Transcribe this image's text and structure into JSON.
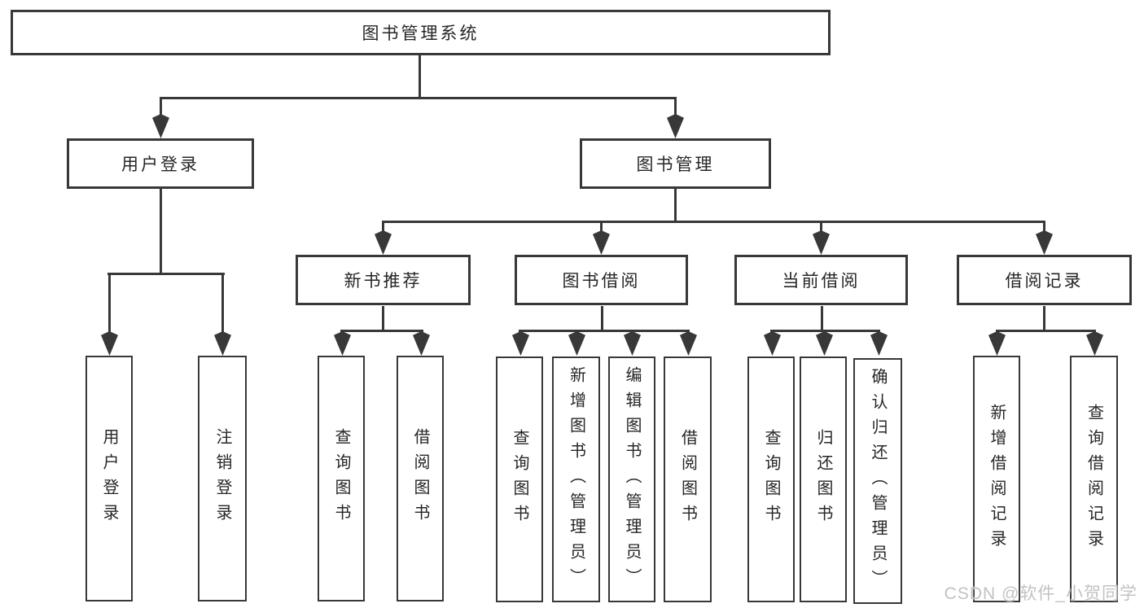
{
  "diagram": {
    "root": {
      "label": "图书管理系统"
    },
    "level2": [
      {
        "label": "用户登录"
      },
      {
        "label": "图书管理"
      }
    ],
    "level3": [
      {
        "label": "新书推荐"
      },
      {
        "label": "图书借阅"
      },
      {
        "label": "当前借阅"
      },
      {
        "label": "借阅记录"
      }
    ],
    "leaves": {
      "login": [
        "用户登录",
        "注销登录"
      ],
      "recommend": [
        "查询图书",
        "借阅图书"
      ],
      "borrow": [
        "查询图书",
        "新增图书（管理员）",
        "编辑图书（管理员）",
        "借阅图书"
      ],
      "current": [
        "查询图书",
        "归还图书",
        "确认归还（管理员）"
      ],
      "records": [
        "新增借阅记录",
        "查询借阅记录"
      ]
    }
  },
  "watermark": {
    "text": "CSDN @软件_小贺同学"
  },
  "colors": {
    "line": "#383838",
    "text": "#262626",
    "background": "#ffffff",
    "watermark": "#c2c2c2"
  }
}
